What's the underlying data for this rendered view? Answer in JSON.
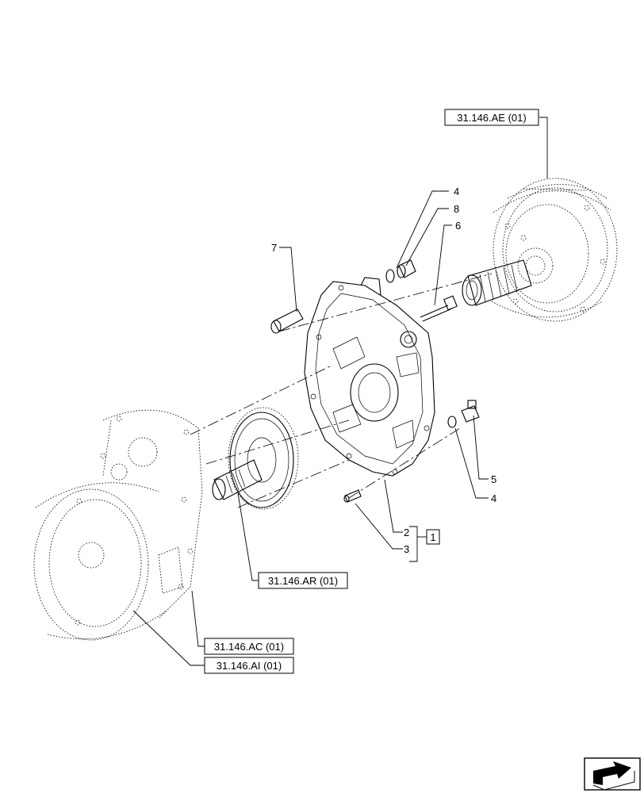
{
  "references": [
    {
      "id": "ref-ae",
      "label": "31.146.AE (01)"
    },
    {
      "id": "ref-ar",
      "label": "31.146.AR (01)"
    },
    {
      "id": "ref-ac",
      "label": "31.146.AC (01)"
    },
    {
      "id": "ref-ai",
      "label": "31.146.AI (01)"
    }
  ],
  "callouts": {
    "c4_top": "4",
    "c8": "8",
    "c6": "6",
    "c7": "7",
    "c5": "5",
    "c4_bottom": "4",
    "c2": "2",
    "c3": "3",
    "c1": "1"
  },
  "icons": {
    "nav": "next-page-arrow-icon"
  }
}
